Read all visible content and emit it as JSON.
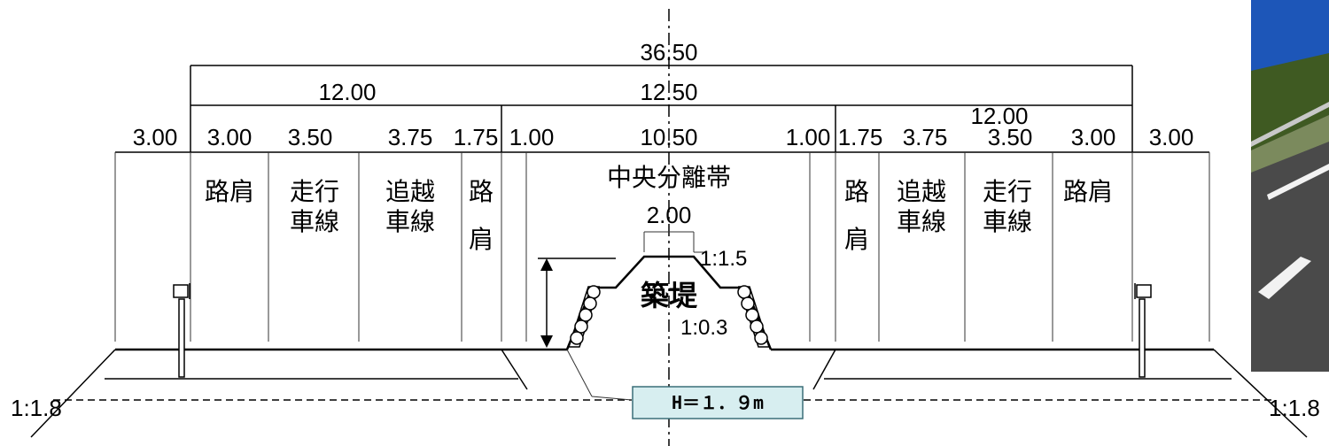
{
  "dimensions": {
    "total": "36.50",
    "left_carriageway": "12.00",
    "median_total": "12.50",
    "right_carriageway": "12.00",
    "left": [
      "3.00",
      "3.00",
      "3.50",
      "3.75",
      "1.75",
      "1.00"
    ],
    "center": "10.50",
    "right": [
      "1.00",
      "1.75",
      "3.75",
      "3.50",
      "3.00",
      "3.00"
    ]
  },
  "lanes": {
    "left": [
      {
        "lines": [
          "路肩"
        ]
      },
      {
        "lines": [
          "走行",
          "車線"
        ]
      },
      {
        "lines": [
          "追越",
          "車線"
        ]
      },
      {
        "lines": [
          "路",
          "肩"
        ]
      }
    ],
    "right": [
      {
        "lines": [
          "路",
          "肩"
        ]
      },
      {
        "lines": [
          "追越",
          "車線"
        ]
      },
      {
        "lines": [
          "走行",
          "車線"
        ]
      },
      {
        "lines": [
          "路肩"
        ]
      }
    ]
  },
  "median": {
    "label": "中央分離帯",
    "width": "2.00",
    "top_slope": "1:1.5",
    "embankment_label": "築堤",
    "wall_slope": "1:0.3"
  },
  "fill_slope": "1:1.8",
  "height_box": {
    "text": "H＝１．９m",
    "fill": "#d7eef0",
    "stroke": "#3a6f78"
  },
  "photo": {
    "sky": "#1d56b8",
    "trees": "#3f5a22",
    "road": "#4a4a4a"
  }
}
